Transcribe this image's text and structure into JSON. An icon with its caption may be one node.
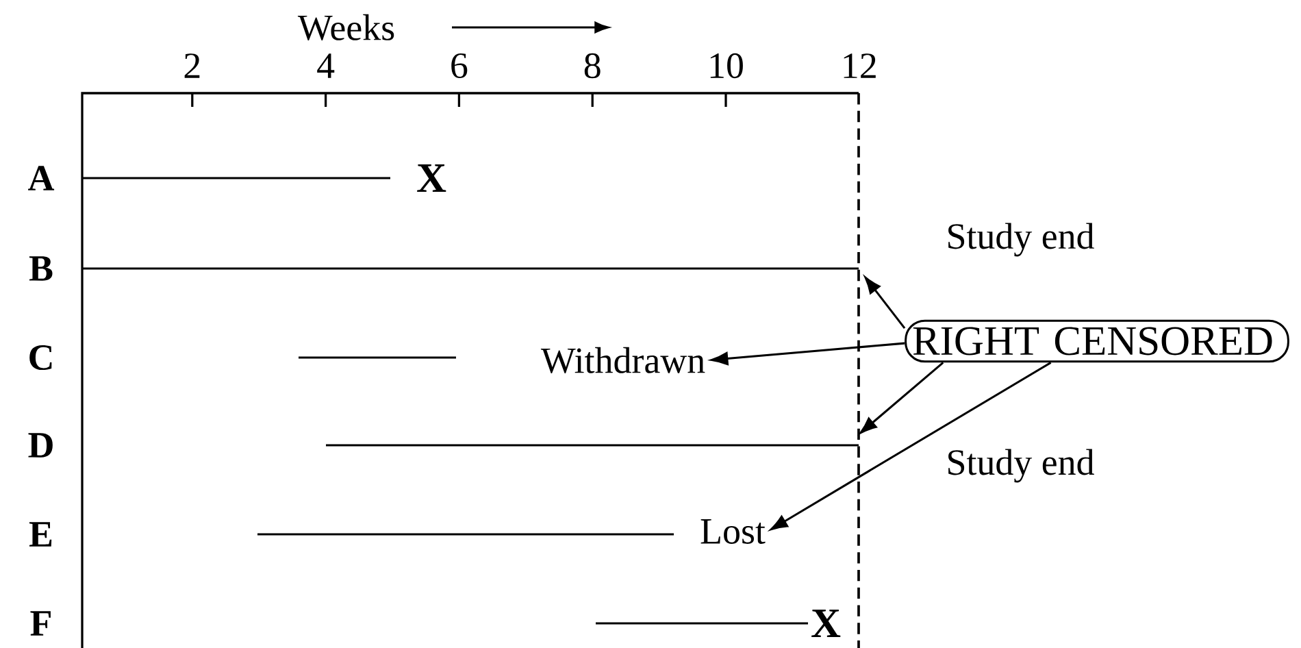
{
  "diagram": {
    "nodes": [
      {
        "text": [
          "RIGHT CENSORED"
        ]
      },
      {
        "text": [
          "Withdrawn"
        ]
      },
      {
        "text": [
          "Lost"
        ]
      }
    ],
    "edges": [
      {
        "from": 0,
        "to": null,
        "arrow": "to"
      },
      {
        "from": 0,
        "to": 1,
        "arrow": "to"
      },
      {
        "from": 0,
        "to": null,
        "arrow": "to"
      },
      {
        "from": 0,
        "to": 2,
        "arrow": "to"
      }
    ],
    "labels": [
      "Weeks",
      "2",
      "4",
      "6",
      "8",
      "10",
      "12",
      "A",
      "X",
      "B",
      "Study end",
      "C",
      "D",
      "Study end",
      "E",
      "F",
      "X"
    ]
  }
}
